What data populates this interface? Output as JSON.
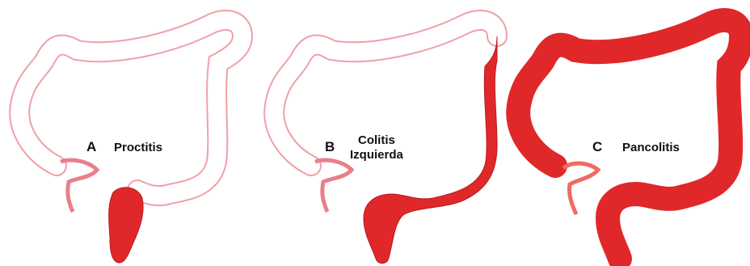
{
  "colors": {
    "outline": "#f0a0a8",
    "outline_dark": "#e87f89",
    "inflamed": "#e0282a",
    "inflamed_light": "#ef6a62",
    "inflamed_dark": "#b8181c"
  },
  "panels": [
    {
      "letter": "A",
      "label": "Proctitis",
      "extent": "rectum"
    },
    {
      "letter": "B",
      "label_line1": "Colitis",
      "label_line2": "Izquierda",
      "extent": "left-colon"
    },
    {
      "letter": "C",
      "label": "Pancolitis",
      "extent": "entire-colon"
    }
  ]
}
